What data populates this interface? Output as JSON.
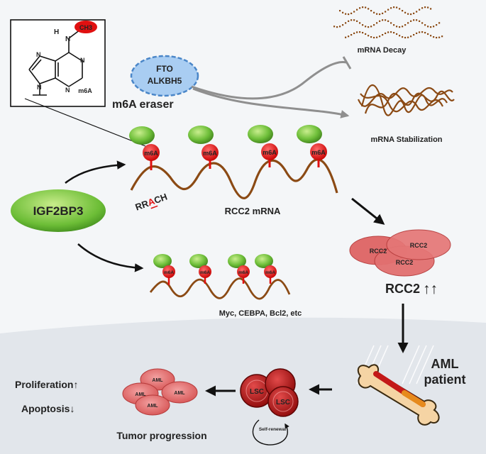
{
  "labels": {
    "ch3": "CH3",
    "m6a_struct": "m6A",
    "h_atom": "H",
    "n_atom": "N",
    "eraser_line1": "FTO",
    "eraser_line2": "ALKBH5",
    "eraser_title": "m6A eraser",
    "decay": "mRNA Decay",
    "stabilization": "mRNA Stabilization",
    "m6a_tag": "m6A",
    "rrach_r1": "R",
    "rrach_r2": "R",
    "rrach_a": "A",
    "rrach_c": "C",
    "rrach_h": "H",
    "rcc2_mrna": "RCC2 mRNA",
    "igf2bp3": "IGF2BP3",
    "targets": "Myc, CEBPA, Bcl2, etc",
    "rcc2_cell": "RCC2",
    "rcc2_up": "RCC2",
    "up_arrows": "↑↑",
    "aml_line1": "AML",
    "aml_line2": "patient",
    "lsc": "LSC",
    "self_renewal": "Self-renewal",
    "aml_cell": "AML",
    "proliferation": "Proliferation↑",
    "apoptosis": "Apoptosis↓",
    "tumor_progression": "Tumor progression"
  },
  "colors": {
    "background_top": "#f4f6f8",
    "background_bottom": "#e3e7ec",
    "rna": "#8b4a14",
    "reader_green": "#6fbf3a",
    "m6a_red": "#e01010",
    "eraser_blue": "#a9cdf2",
    "eraser_border": "#4a86c8",
    "grey_arrow": "#8f8f8f",
    "cell_red": "#e06a6a",
    "lsc_red": "#b01515"
  }
}
